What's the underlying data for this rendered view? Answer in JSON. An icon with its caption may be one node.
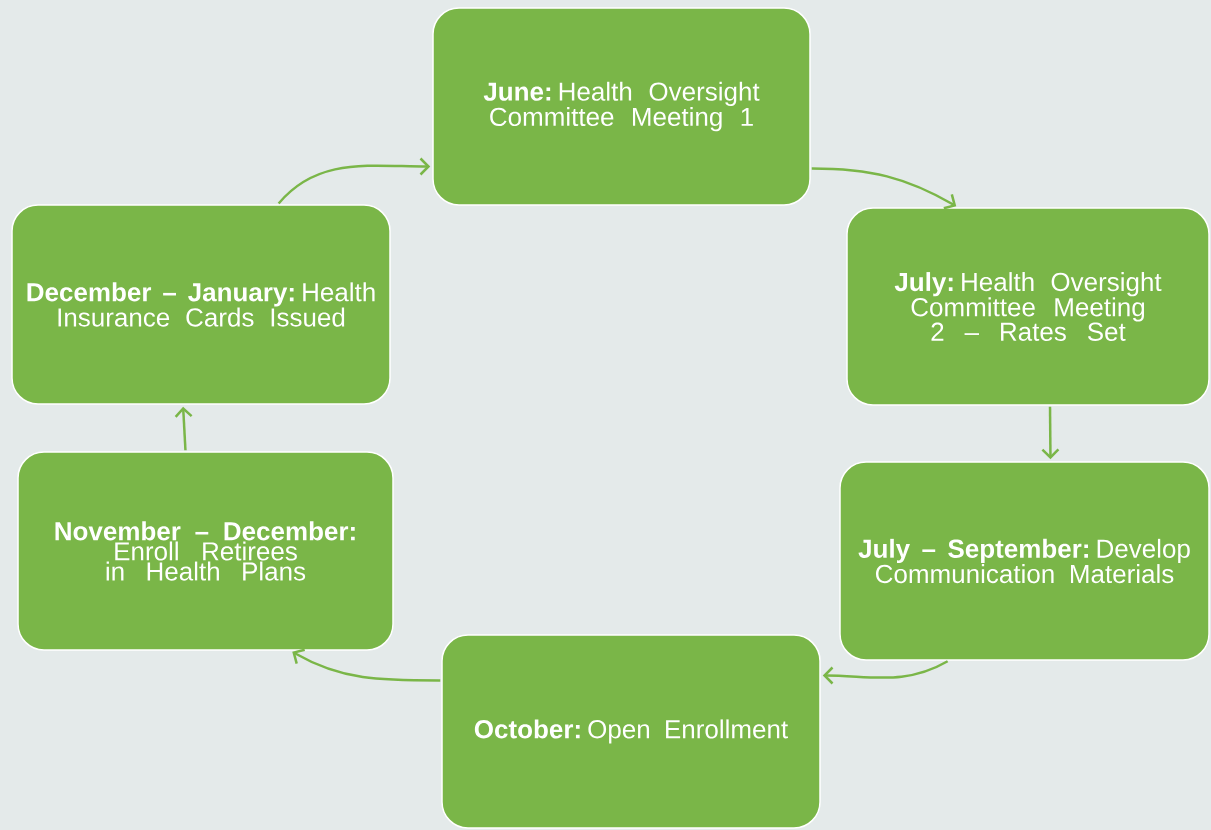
{
  "diagram": {
    "nodes": [
      {
        "text": [
          "**June:** Health Oversight Committee Meeting 1"
        ]
      },
      {
        "text": [
          "**July:** Health Oversight Committee Meeting 2 – Rates Set"
        ]
      },
      {
        "text": [
          "**July – September:** Develop Communication Materials"
        ]
      },
      {
        "text": [
          "**October:** Open Enrollment"
        ]
      },
      {
        "text": [
          "**November – December:** Enroll Retirees in Health Plans"
        ]
      },
      {
        "text": [
          "**December – January:** Health Insurance Cards Issued"
        ]
      }
    ],
    "edges": [
      {
        "from": 5,
        "to": 0,
        "arrow": "to"
      },
      {
        "from": 0,
        "to": 1,
        "arrow": "to"
      },
      {
        "from": 1,
        "to": 2,
        "arrow": "to"
      },
      {
        "from": 2,
        "to": 3,
        "arrow": "to"
      },
      {
        "from": 3,
        "to": 4,
        "arrow": "to"
      },
      {
        "from": 4,
        "to": 5,
        "arrow": "to"
      }
    ]
  }
}
